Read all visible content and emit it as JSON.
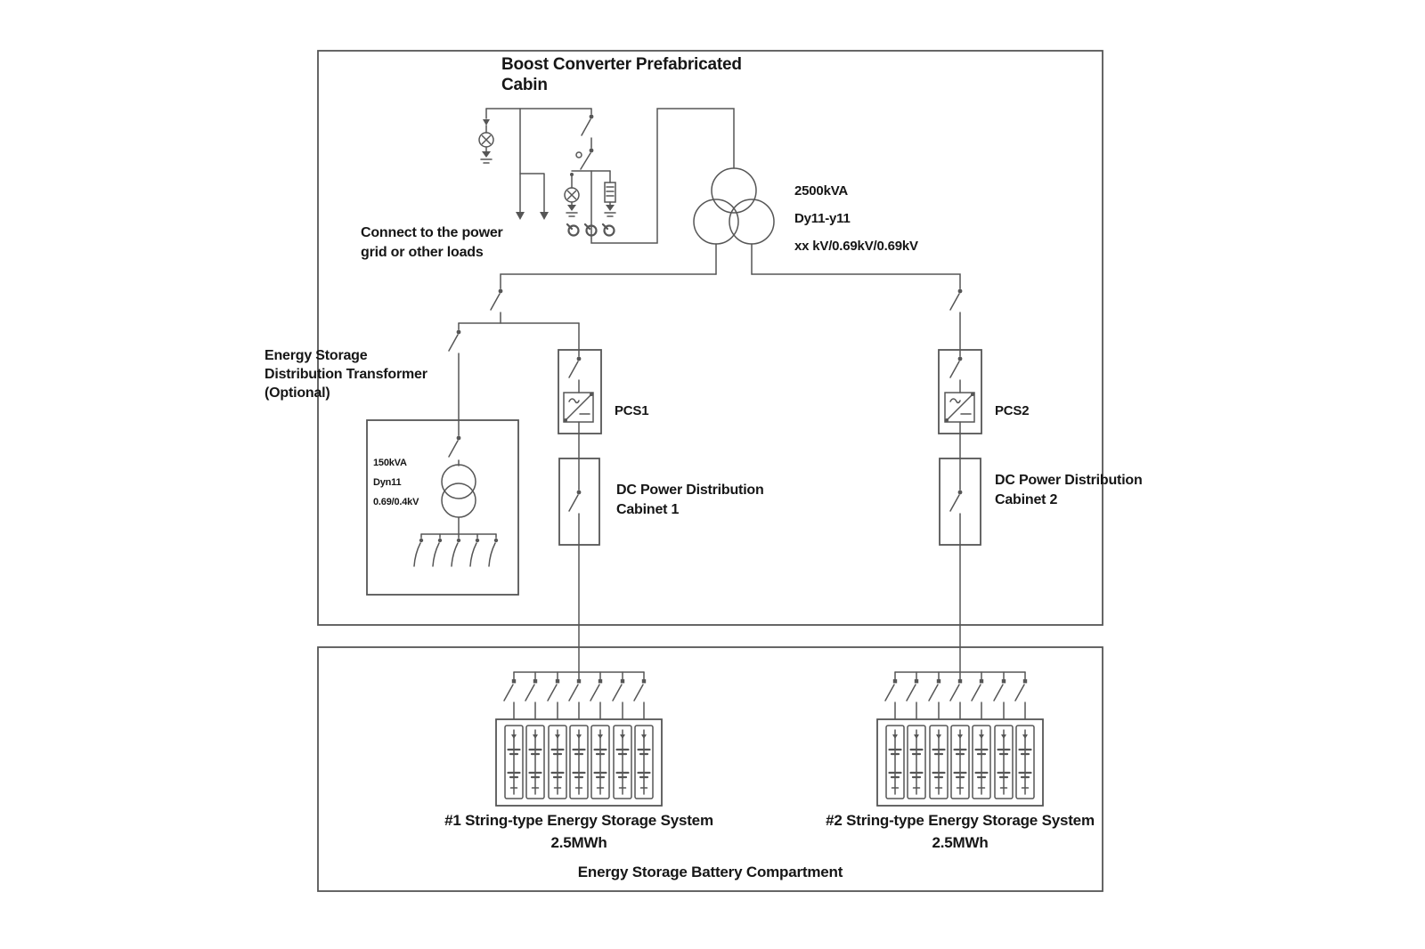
{
  "colors": {
    "wire": "#565656",
    "text": "#161616",
    "background": "#ffffff"
  },
  "cabin": {
    "title_line1": "Boost Converter Prefabricated",
    "title_line2": "Cabin",
    "grid_note_line1": "Connect to the power",
    "grid_note_line2": "grid or other loads",
    "main_transformer": {
      "capacity": "2500kVA",
      "vector_group": "Dy11-y11",
      "voltage_ratio": "xx kV/0.69kV/0.69kV"
    },
    "optional_transformer": {
      "label_line1": "Energy Storage",
      "label_line2": "Distribution Transformer",
      "label_line3": "(Optional)",
      "capacity": "150kVA",
      "vector_group": "Dyn11",
      "voltage_ratio": "0.69/0.4kV"
    },
    "pcs1_label": "PCS1",
    "pcs2_label": "PCS2",
    "dc_cabinet1_line1": "DC Power Distribution",
    "dc_cabinet1_line2": "Cabinet 1",
    "dc_cabinet2_line1": "DC Power Distribution",
    "dc_cabinet2_line2": "Cabinet 2"
  },
  "battery_compartment": {
    "string1_line1": "#1 String-type Energy Storage System",
    "string1_capacity": "2.5MWh",
    "string2_line1": "#2 String-type Energy Storage System",
    "string2_capacity": "2.5MWh",
    "label": "Energy Storage Battery Compartment"
  }
}
